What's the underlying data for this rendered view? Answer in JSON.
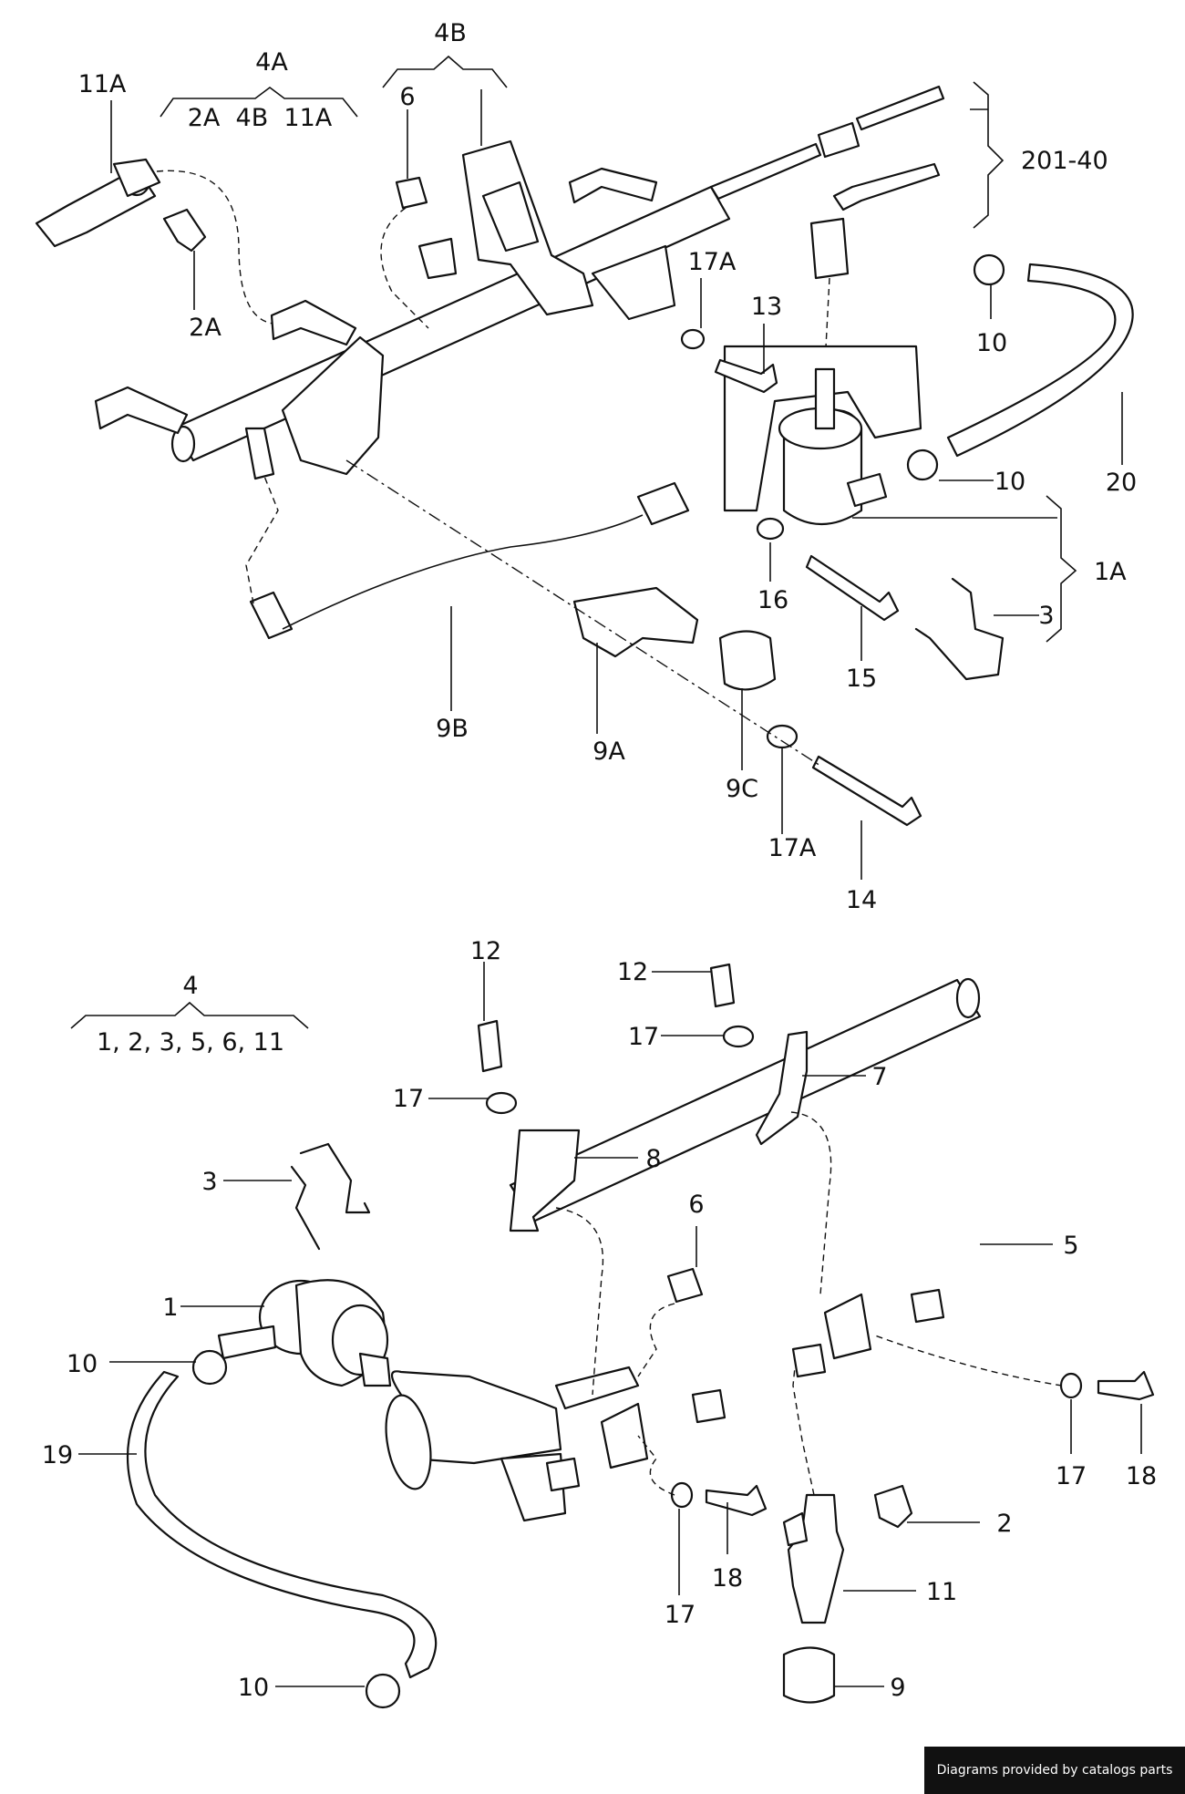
{
  "credit": "Diagrams provided by catalogs parts",
  "top_assembly": {
    "group_4A": {
      "label": "4A",
      "contents": "2A  4B  11A"
    },
    "group_4B": {
      "label": "4B"
    },
    "group_201_40": {
      "label": "201-40"
    },
    "group_1A": {
      "label": "1A"
    },
    "callouts": [
      "11A",
      "2A",
      "6",
      "17A",
      "13",
      "10",
      "10",
      "20",
      "16",
      "15",
      "3",
      "9B",
      "9A",
      "9C",
      "17A",
      "14"
    ]
  },
  "bottom_assembly": {
    "group_4": {
      "label": "4",
      "contents": "1, 2, 3, 5, 6, 11"
    },
    "callouts": [
      "12",
      "12",
      "17",
      "17",
      "7",
      "8",
      "3",
      "6",
      "5",
      "1",
      "10",
      "19",
      "17",
      "18",
      "17",
      "18",
      "2",
      "11",
      "9",
      "10"
    ]
  }
}
